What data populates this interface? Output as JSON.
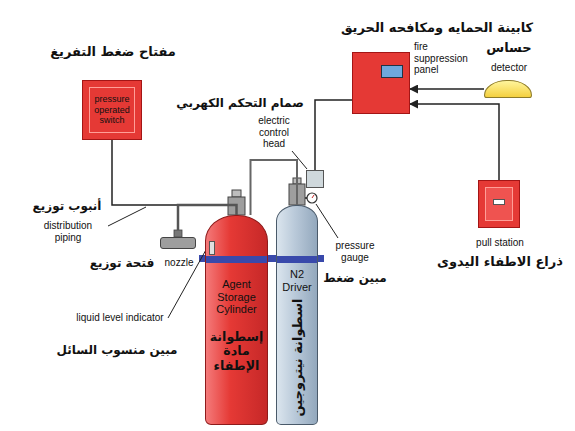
{
  "diagram": {
    "nodes": [
      {
        "text": [
          "مفتاح ضغط التفريغ",
          "pressure operated switch"
        ]
      },
      {
        "text": [
          "كابينة الحمايه ومكافحه الحريق",
          "fire suppression panel"
        ]
      },
      {
        "text": [
          "حساس",
          "detector"
        ]
      },
      {
        "text": [
          "صمام التحكم الكهربي",
          "electric control head"
        ]
      },
      {
        "text": [
          "فتحة توزيع",
          "nozzle"
        ]
      },
      {
        "text": [
          "pull station",
          "ذراع الاطفاء اليدوى"
        ]
      },
      {
        "text": [
          "Agent Storage Cylinder",
          "إسطوانة مادة الإطفاء"
        ]
      },
      {
        "text": [
          "N2 Driver",
          "اسطوانة نيتروجين"
        ]
      }
    ],
    "edges": [
      {
        "from": 2,
        "to": 1,
        "arrow": "to"
      },
      {
        "from": 5,
        "to": 1,
        "arrow": "to"
      },
      {
        "from": 1,
        "to": 3,
        "arrow": "none"
      },
      {
        "from": 0,
        "to": 4,
        "arrow": "none"
      },
      {
        "from": 6,
        "to": 4,
        "arrow": "none"
      },
      {
        "from": 7,
        "to": 6,
        "arrow": "none"
      }
    ],
    "labels": [
      "أنبوب توزيع",
      "distribution piping",
      "liquid level indicator",
      "مبين منسوب السائل",
      "pressure gauge",
      "مبين ضغط"
    ]
  }
}
